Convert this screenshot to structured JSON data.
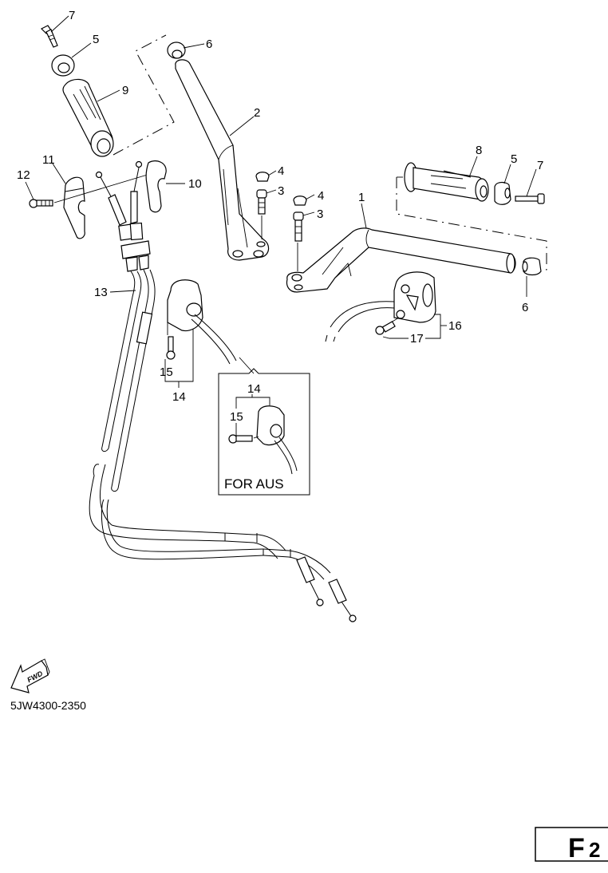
{
  "diagram": {
    "title": "Handlebar and cable parts diagram",
    "diagram_code": "5JW4300-2350",
    "page_code": "F",
    "page_code_sub": "2",
    "fwd_label": "FWD",
    "inset_label": "FOR AUS",
    "callouts": {
      "c7a": "7",
      "c5a": "5",
      "c9": "9",
      "c6a": "6",
      "c2": "2",
      "c4a": "4",
      "c3a": "3",
      "c4b": "4",
      "c3b": "3",
      "c1": "1",
      "c8": "8",
      "c5b": "5",
      "c7b": "7",
      "c6b": "6",
      "c11": "11",
      "c12": "12",
      "c10": "10",
      "c13": "13",
      "c15a": "15",
      "c14a": "14",
      "c16": "16",
      "c17": "17",
      "c14b": "14",
      "c15b": "15"
    },
    "parts": [
      {
        "ref": "1",
        "name": "handlebar (right)"
      },
      {
        "ref": "2",
        "name": "handlebar (left)"
      },
      {
        "ref": "3",
        "name": "bolt"
      },
      {
        "ref": "4",
        "name": "cap"
      },
      {
        "ref": "5",
        "name": "grip end"
      },
      {
        "ref": "6",
        "name": "weight"
      },
      {
        "ref": "7",
        "name": "screw"
      },
      {
        "ref": "8",
        "name": "grip"
      },
      {
        "ref": "9",
        "name": "throttle grip"
      },
      {
        "ref": "10",
        "name": "throttle housing (upper)"
      },
      {
        "ref": "11",
        "name": "throttle housing (lower)"
      },
      {
        "ref": "12",
        "name": "screw"
      },
      {
        "ref": "13",
        "name": "throttle cable assembly"
      },
      {
        "ref": "14",
        "name": "handlebar switch"
      },
      {
        "ref": "15",
        "name": "screw"
      },
      {
        "ref": "16",
        "name": "handlebar switch"
      },
      {
        "ref": "17",
        "name": "screw"
      }
    ]
  }
}
